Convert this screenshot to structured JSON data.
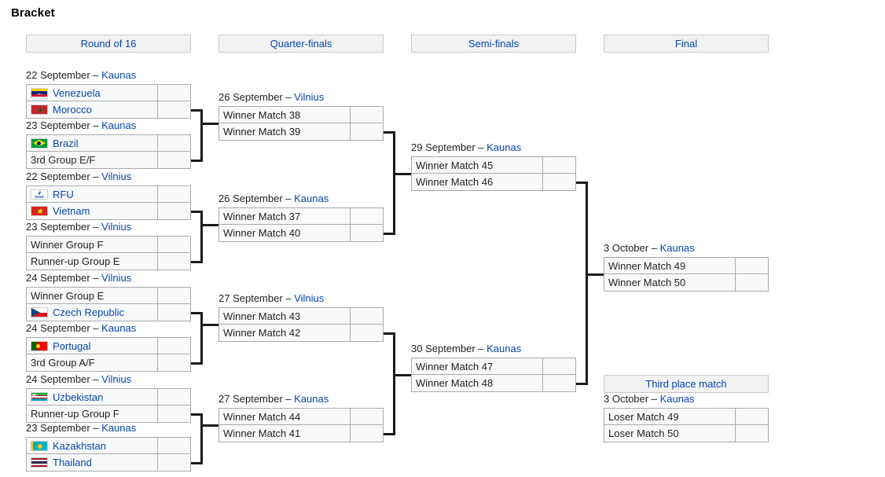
{
  "title": "Bracket",
  "round_headers": [
    {
      "label": "Round of 16"
    },
    {
      "label": "Quarter-finals"
    },
    {
      "label": "Semi-finals"
    },
    {
      "label": "Final"
    },
    {
      "label": "Third place match"
    }
  ],
  "round_of_16": [
    {
      "date": "22 September",
      "dash": " – ",
      "venue": "Kaunas",
      "top": {
        "team": "Venezuela",
        "flag": "venezuela",
        "score": ""
      },
      "bottom": {
        "team": "Morocco",
        "flag": "morocco",
        "score": ""
      }
    },
    {
      "date": "23 September",
      "dash": " – ",
      "venue": "Kaunas",
      "top": {
        "team": "Brazil",
        "flag": "brazil",
        "score": ""
      },
      "bottom": {
        "team": "3rd Group E/F",
        "flag": null,
        "score": ""
      }
    },
    {
      "date": "22 September",
      "dash": " – ",
      "venue": "Vilnius",
      "top": {
        "team": "RFU",
        "flag": "rfu",
        "score": ""
      },
      "bottom": {
        "team": "Vietnam",
        "flag": "vietnam",
        "score": ""
      }
    },
    {
      "date": "23 September",
      "dash": " – ",
      "venue": "Vilnius",
      "top": {
        "team": "Winner Group F",
        "flag": null,
        "score": ""
      },
      "bottom": {
        "team": "Runner-up Group E",
        "flag": null,
        "score": ""
      }
    },
    {
      "date": "24 September",
      "dash": " – ",
      "venue": "Vilnius",
      "top": {
        "team": "Winner Group E",
        "flag": null,
        "score": ""
      },
      "bottom": {
        "team": "Czech Republic",
        "flag": "czech",
        "score": ""
      }
    },
    {
      "date": "24 September",
      "dash": " – ",
      "venue": "Kaunas",
      "top": {
        "team": "Portugal",
        "flag": "portugal",
        "score": ""
      },
      "bottom": {
        "team": "3rd Group A/F",
        "flag": null,
        "score": ""
      }
    },
    {
      "date": "24 September",
      "dash": " – ",
      "venue": "Vilnius",
      "top": {
        "team": "Uzbekistan",
        "flag": "uzbekistan",
        "score": ""
      },
      "bottom": {
        "team": "Runner-up Group F",
        "flag": null,
        "score": ""
      }
    },
    {
      "date": "23 September",
      "dash": " – ",
      "venue": "Kaunas",
      "top": {
        "team": "Kazakhstan",
        "flag": "kazakhstan",
        "score": ""
      },
      "bottom": {
        "team": "Thailand",
        "flag": "thailand",
        "score": ""
      }
    }
  ],
  "quarter_finals": [
    {
      "date": "26 September",
      "dash": " – ",
      "venue": "Vilnius",
      "top": {
        "team": "Winner Match 38",
        "flag": null,
        "score": ""
      },
      "bottom": {
        "team": "Winner Match 39",
        "flag": null,
        "score": ""
      }
    },
    {
      "date": "26 September",
      "dash": " – ",
      "venue": "Kaunas",
      "top": {
        "team": "Winner Match 37",
        "flag": null,
        "score": ""
      },
      "bottom": {
        "team": "Winner Match 40",
        "flag": null,
        "score": ""
      }
    },
    {
      "date": "27 September",
      "dash": " – ",
      "venue": "Vilnius",
      "top": {
        "team": "Winner Match 43",
        "flag": null,
        "score": ""
      },
      "bottom": {
        "team": "Winner Match 42",
        "flag": null,
        "score": ""
      }
    },
    {
      "date": "27 September",
      "dash": " – ",
      "venue": "Kaunas",
      "top": {
        "team": "Winner Match 44",
        "flag": null,
        "score": ""
      },
      "bottom": {
        "team": "Winner Match 41",
        "flag": null,
        "score": ""
      }
    }
  ],
  "semi_finals": [
    {
      "date": "29 September",
      "dash": " – ",
      "venue": "Kaunas",
      "top": {
        "team": "Winner Match 45",
        "flag": null,
        "score": ""
      },
      "bottom": {
        "team": "Winner Match 46",
        "flag": null,
        "score": ""
      }
    },
    {
      "date": "30 September",
      "dash": " – ",
      "venue": "Kaunas",
      "top": {
        "team": "Winner Match 47",
        "flag": null,
        "score": ""
      },
      "bottom": {
        "team": "Winner Match 48",
        "flag": null,
        "score": ""
      }
    }
  ],
  "final": [
    {
      "date": "3 October",
      "dash": " – ",
      "venue": "Kaunas",
      "top": {
        "team": "Winner Match 49",
        "flag": null,
        "score": ""
      },
      "bottom": {
        "team": "Winner Match 50",
        "flag": null,
        "score": ""
      }
    }
  ],
  "third_place": [
    {
      "date": "3 October",
      "dash": " – ",
      "venue": "Kaunas",
      "top": {
        "team": "Loser Match 49",
        "flag": null,
        "score": ""
      },
      "bottom": {
        "team": "Loser Match 50",
        "flag": null,
        "score": ""
      }
    }
  ],
  "colors": {
    "link": "#0645ad",
    "text": "#202122",
    "header_bg": "#f2f2f2",
    "cell_bg": "#f8f9fa",
    "cell_border": "#aaaaaa",
    "connector": "#1a1a1a"
  }
}
